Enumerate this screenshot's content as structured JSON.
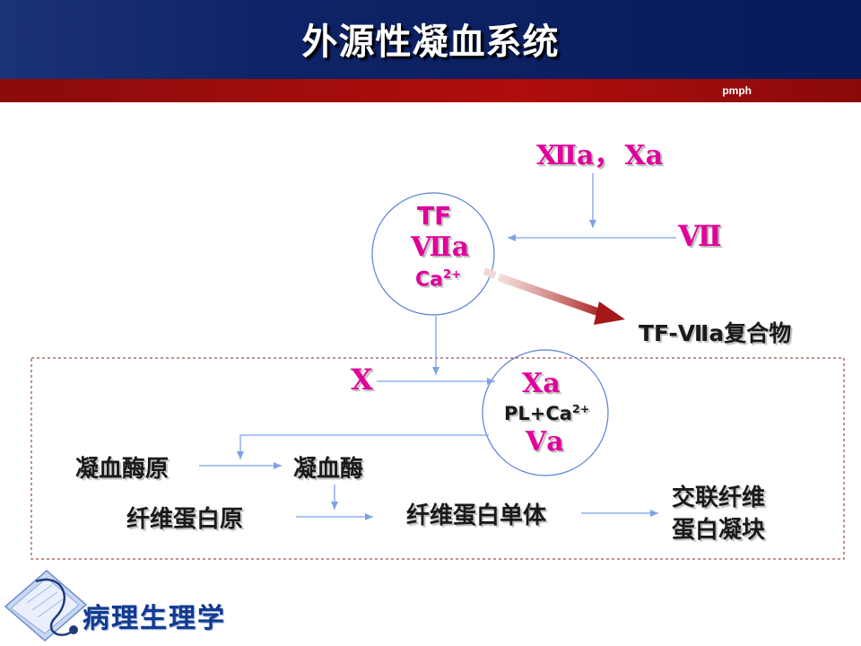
{
  "slide": {
    "title": "外源性凝血系统",
    "brand": "pmph"
  },
  "diagram": {
    "activators": "ⅫaⅩa",
    "activators_a": "Ⅻa，",
    "activators_b": "Ⅹa",
    "factor_vii": "Ⅶ",
    "circle_tf": "TF",
    "circle_viia": "Ⅶa",
    "circle_ca": "Ca",
    "ca_charge": "2+",
    "complex": "TF-Ⅶa复合物",
    "factor_x": "Ⅹ",
    "xa": "Ⅹa",
    "pl_ca": "PL+Ca",
    "va": "Ⅴa",
    "prothrombin": "凝血酶原",
    "thrombin": "凝血酶",
    "fibrinogen": "纤维蛋白原",
    "fibrin_monomer": "纤维蛋白单体",
    "crosslinked_line1": "交联纤维",
    "crosslinked_line2": "蛋白凝块"
  },
  "footer": {
    "course": "病理生理学"
  },
  "colors": {
    "header_blue": "#0f2468",
    "header_red": "#b00d0d",
    "roman_magenta": "#e0009a",
    "arrow_blue": "#7da2e6",
    "circle_blue": "#5b7fd6"
  }
}
